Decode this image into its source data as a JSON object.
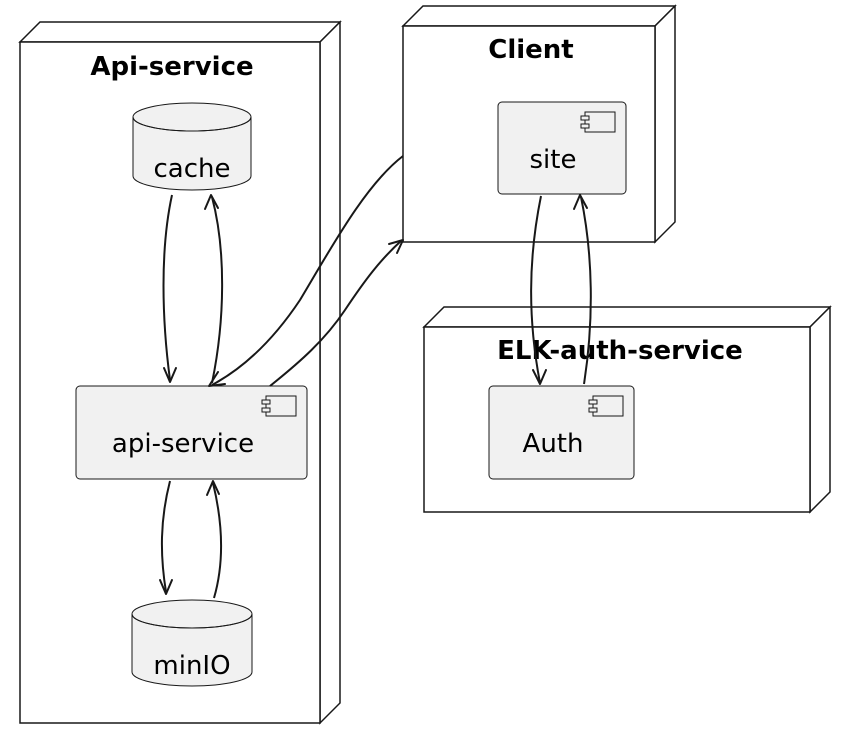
{
  "nodes": {
    "api": {
      "title": "Api-service"
    },
    "client": {
      "title": "Client"
    },
    "elk": {
      "title": "ELK-auth-service"
    }
  },
  "components": {
    "api_service": {
      "label": "api-service",
      "icon": "component-icon"
    },
    "site": {
      "label": "site",
      "icon": "component-icon"
    },
    "auth": {
      "label": "Auth",
      "icon": "component-icon"
    }
  },
  "databases": {
    "cache": {
      "label": "cache"
    },
    "minio": {
      "label": "minIO"
    }
  },
  "colors": {
    "stroke": "#181818",
    "component_fill": "#f1f1f1",
    "node_fill": "#ffffff"
  },
  "connections": [
    {
      "from": "cache",
      "to": "api-service"
    },
    {
      "from": "api-service",
      "to": "cache"
    },
    {
      "from": "api-service",
      "to": "minIO"
    },
    {
      "from": "minIO",
      "to": "api-service"
    },
    {
      "from": "Client",
      "to": "api-service"
    },
    {
      "from": "api-service",
      "to": "Client"
    },
    {
      "from": "site",
      "to": "Auth"
    },
    {
      "from": "Auth",
      "to": "site"
    }
  ]
}
